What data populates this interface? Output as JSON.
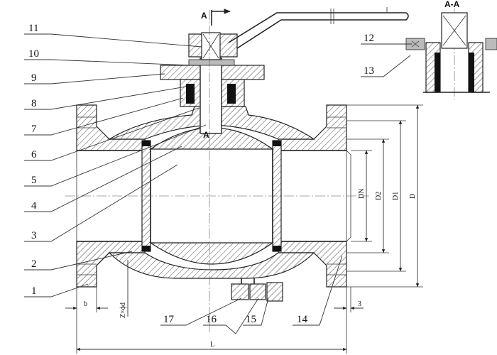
{
  "part_numbers": [
    "1",
    "2",
    "3",
    "4",
    "5",
    "6",
    "7",
    "8",
    "9",
    "10",
    "11",
    "12",
    "13",
    "14",
    "15",
    "16",
    "17"
  ],
  "section_marks": {
    "cut_top": "A",
    "cut_bottom": "A",
    "view_title": "A-A"
  },
  "dimensions": {
    "dn": "DN",
    "d2": "D2",
    "d1": "D1",
    "d": "D",
    "length": "L",
    "flange_thickness": "b",
    "bolt_holes": "Z×ϕd",
    "offset": "3"
  }
}
